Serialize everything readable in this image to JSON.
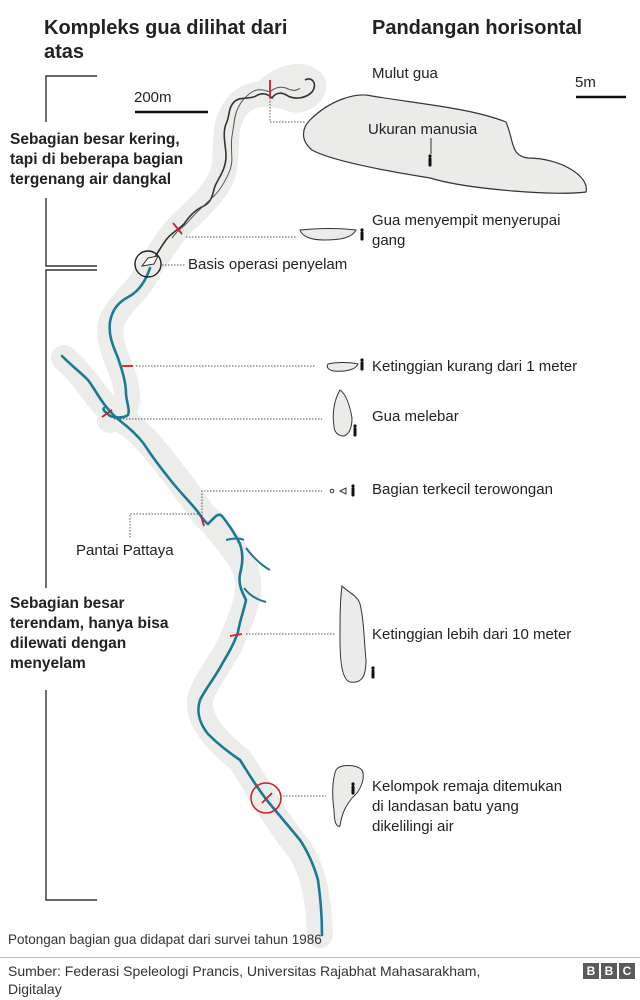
{
  "header": {
    "left_title_line1": "Kompleks gua dilihat dari",
    "left_title_line2": "atas",
    "right_title": "Pandangan horisontal"
  },
  "scales": {
    "map_scale": "200m",
    "profile_scale": "5m"
  },
  "sections": {
    "dry": [
      "Sebagian besar kering,",
      "tapi di beberapa bagian",
      "tergenang air dangkal"
    ],
    "flooded": [
      "Sebagian besar",
      "terendam, hanya bisa",
      "dilewati dengan",
      "menyelam"
    ]
  },
  "labels": {
    "cave_mouth": "Mulut gua",
    "human_size": "Ukuran manusia",
    "narrow_line1": "Gua menyempit menyerupai",
    "narrow_line2": "gang",
    "dive_base": "Basis operasi penyelam",
    "low_height": "Ketinggian kurang dari 1 meter",
    "widens": "Gua melebar",
    "smallest": "Bagian terkecil terowongan",
    "pattaya": "Pantai Pattaya",
    "tall": "Ketinggian lebih dari 10 meter",
    "found_line1": "Kelompok remaja ditemukan",
    "found_line2": "di landasan batu yang",
    "found_line3": "dikelilingi air"
  },
  "colors": {
    "water": "#1a7a94",
    "marker": "#d0202a",
    "halo": "#ececea",
    "profile_fill": "#ebebea"
  },
  "footer": {
    "note": "Potongan bagian gua didapat dari survei tahun 1986",
    "source_line1": "Sumber: Federasi Speleologi Prancis, Universitas Rajabhat Mahasarakham,",
    "source_line2": "Digitalay",
    "logo": [
      "B",
      "B",
      "C"
    ]
  }
}
